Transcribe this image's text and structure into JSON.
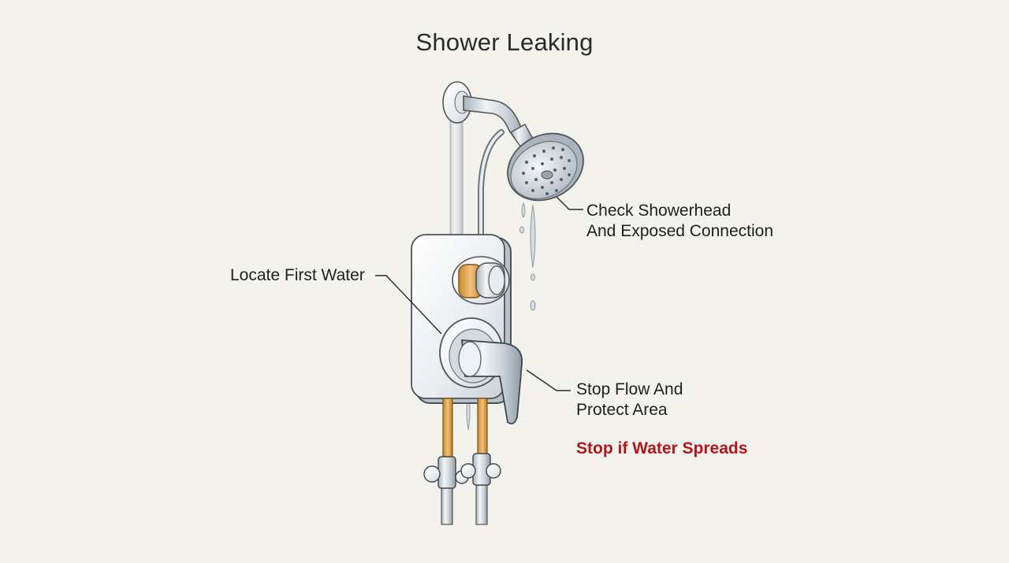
{
  "title": "Shower Leaking",
  "callouts": {
    "showerhead": {
      "line1": "Check Showerhead",
      "line2": "And Exposed Connection"
    },
    "locate": {
      "text": "Locate First Water"
    },
    "stop_flow": {
      "line1": "Stop Flow And",
      "line2": "Protect Area"
    }
  },
  "warning": {
    "text": "Stop if Water Spreads"
  },
  "colors": {
    "background": "#f4f2ec",
    "warning": "#b0161e",
    "chrome": "#cfd6dc",
    "brass": "#e0a548"
  }
}
